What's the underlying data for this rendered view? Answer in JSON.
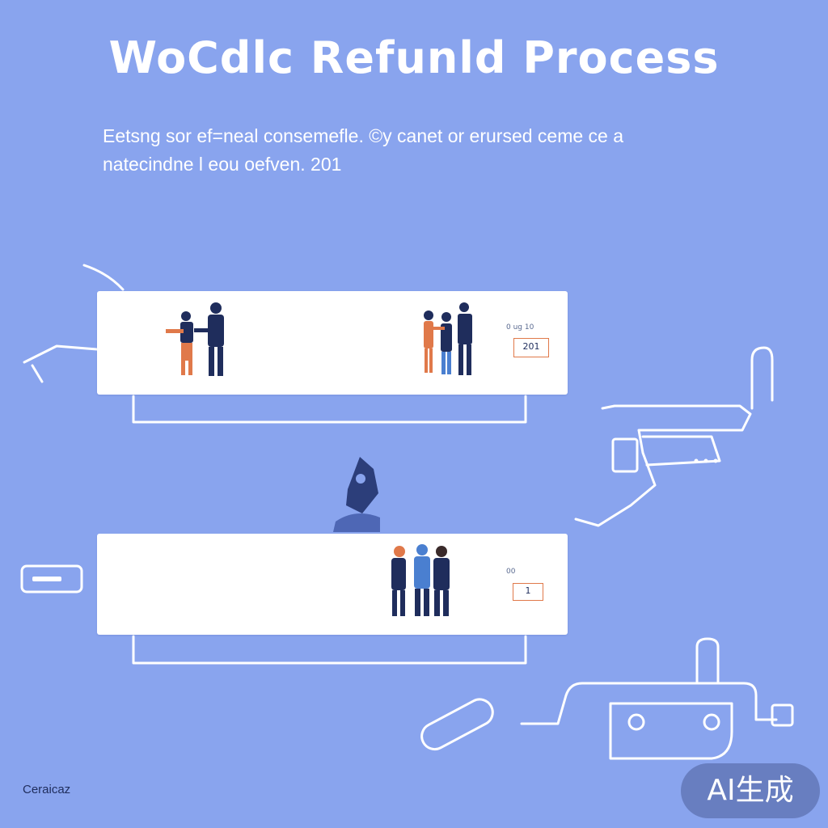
{
  "header": {
    "title": "WoCdlc Refunld Process",
    "subtitle_line_1": "Eetsng sor ef=neal consemefle. ©y canet or erursed ceme ce a",
    "subtitle_line_2": "natecindne l eou oefven.  201"
  },
  "step_1": {
    "note": "0 ug  10",
    "amount": "201",
    "caption": ""
  },
  "step_2": {
    "note": "00",
    "amount": "1",
    "caption": ""
  },
  "footer": {
    "watermark": "Ceraicaz",
    "ai_badge": "AI生成"
  },
  "colors": {
    "background": "#89a4ee",
    "card": "#ffffff",
    "figure_navy": "#1f2d5c",
    "figure_orange": "#e0794a",
    "figure_blue": "#4a7fd0",
    "line": "#ffffff"
  }
}
